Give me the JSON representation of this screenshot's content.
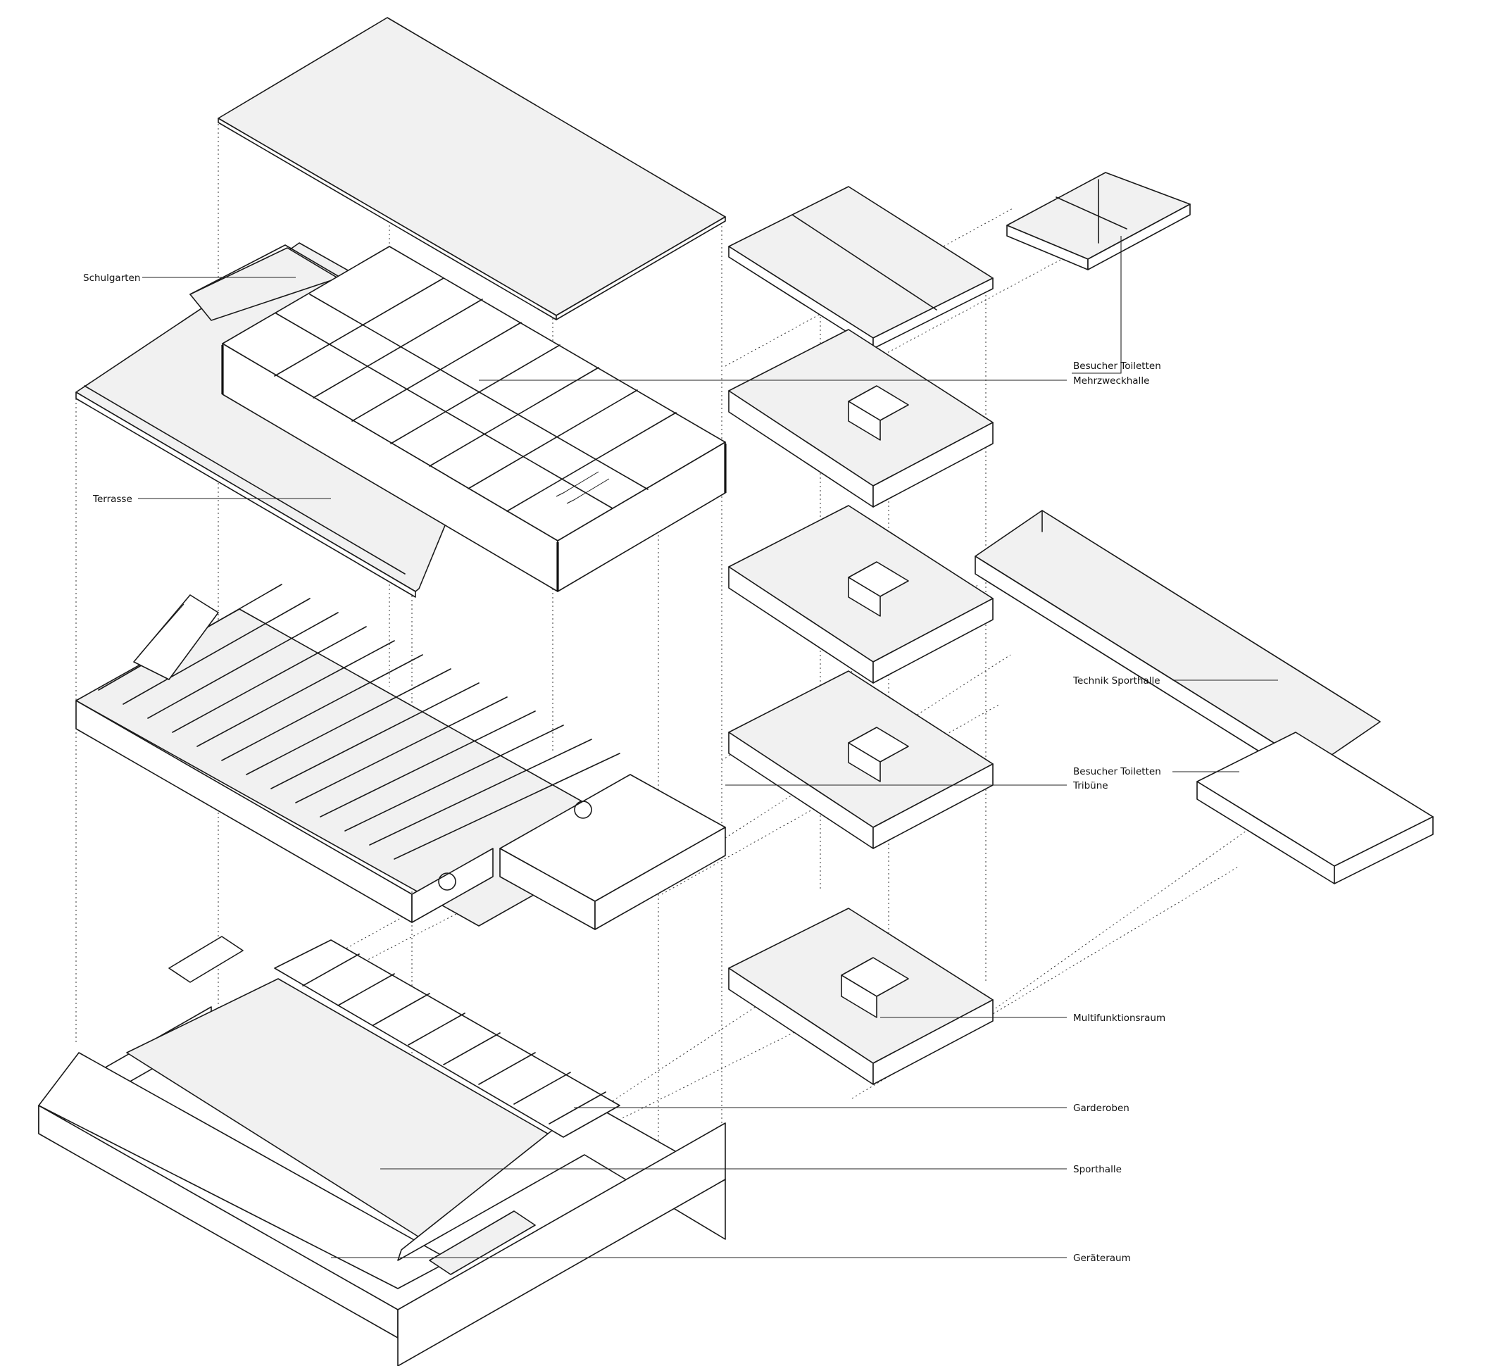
{
  "labels": {
    "schulgarten": "Schulgarten",
    "terrasse": "Terrasse",
    "besucher_toiletten_1": "Besucher Toiletten",
    "mehrzweckhalle": "Mehrzweckhalle",
    "technik_sporthalle": "Technik Sporthalle",
    "besucher_toiletten_2": "Besucher Toiletten",
    "tribuene": "Tribüne",
    "multifunktionsraum": "Multifunktionsraum",
    "garderoben": "Garderoben",
    "sporthalle": "Sporthalle",
    "geraeteraum": "Geräteraum"
  },
  "colors": {
    "line": "#1a1a1a",
    "floor_fill": "#f1f1f1",
    "background": "#ffffff"
  }
}
